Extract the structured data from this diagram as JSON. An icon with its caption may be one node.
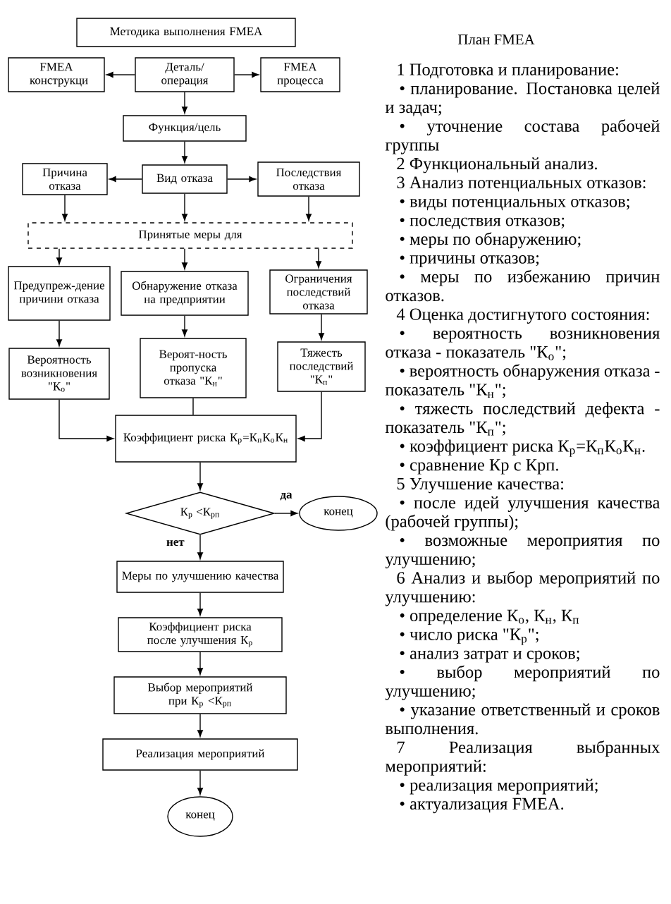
{
  "diagram": {
    "title": "План FMEA",
    "nodes": [
      {
        "text": [
          "Методика выполнения FMEA"
        ]
      },
      {
        "text": [
          "FMEA конструкци"
        ]
      },
      {
        "text": [
          "Деталь/ операция"
        ]
      },
      {
        "text": [
          "FMEA процесса"
        ]
      },
      {
        "text": [
          "Функция/цель"
        ]
      },
      {
        "text": [
          "Причина отказа"
        ]
      },
      {
        "text": [
          "Вид отказа"
        ]
      },
      {
        "text": [
          "Последствия отказа"
        ]
      },
      {
        "text": [
          "Принятые меры для"
        ]
      },
      {
        "text": [
          "Предупреж-дение причини отказа"
        ]
      },
      {
        "text": [
          "Обнаружение отказа на предприятии"
        ]
      },
      {
        "text": [
          "Ограничения последствий отказа"
        ]
      },
      {
        "text": [
          "Вероятность возникновения \"К$_{о}$\""
        ]
      },
      {
        "text": [
          "Вероят-ность пропуска отказа \"К$_{н}$\""
        ]
      },
      {
        "text": [
          "Тяжесть последствий \"К$_{п}$\""
        ]
      },
      {
        "text": [
          "Коэффициент риска К$_{р}$=К$_{п}$К$_{о}$К$_{н}$"
        ]
      },
      {
        "text": [
          "К$_{р}$ <К$_{рп}$"
        ]
      },
      {
        "text": [
          "конец"
        ]
      },
      {
        "text": [
          "Меры по улучшению качества"
        ]
      },
      {
        "text": [
          "Коэффициент риска после улучшения К$_{р}$"
        ]
      },
      {
        "text": [
          "Выбор мероприятий при К$_{р}$ <К$_{рп}$"
        ]
      },
      {
        "text": [
          "Реализация мероприятий"
        ]
      },
      {
        "text": [
          "конец"
        ]
      }
    ],
    "edges": [
      {
        "from": 2,
        "to": 1,
        "arrow": "to"
      },
      {
        "from": 2,
        "to": 3,
        "arrow": "to"
      },
      {
        "from": 2,
        "to": 4,
        "arrow": "to"
      },
      {
        "from": 4,
        "to": 6,
        "arrow": "to"
      },
      {
        "from": 6,
        "to": 5,
        "arrow": "to"
      },
      {
        "from": 6,
        "to": 7,
        "arrow": "to"
      },
      {
        "from": 5,
        "to": 8,
        "arrow": "to"
      },
      {
        "from": 6,
        "to": 8,
        "arrow": "to"
      },
      {
        "from": 7,
        "to": 8,
        "arrow": "to"
      },
      {
        "from": 8,
        "to": 9,
        "arrow": "to"
      },
      {
        "from": 8,
        "to": 10,
        "arrow": "to"
      },
      {
        "from": 8,
        "to": 11,
        "arrow": "to"
      },
      {
        "from": 9,
        "to": 12,
        "arrow": "to"
      },
      {
        "from": 10,
        "to": 13,
        "arrow": "to"
      },
      {
        "from": 11,
        "to": 14,
        "arrow": "to"
      },
      {
        "from": 12,
        "to": 15,
        "arrow": "to"
      },
      {
        "from": 13,
        "to": 15,
        "arrow": "none"
      },
      {
        "from": 14,
        "to": 15,
        "arrow": "to"
      },
      {
        "from": 15,
        "to": 16,
        "arrow": "to"
      },
      {
        "from": 16,
        "to": 17,
        "arrow": "to",
        "label": "да"
      },
      {
        "from": 16,
        "to": 18,
        "arrow": "to",
        "label": "нет"
      },
      {
        "from": 18,
        "to": 19,
        "arrow": "to"
      },
      {
        "from": 19,
        "to": 20,
        "arrow": "to"
      },
      {
        "from": 20,
        "to": 21,
        "arrow": "to"
      },
      {
        "from": 21,
        "to": 22,
        "arrow": "to"
      }
    ],
    "labels": [
      "1 Подготовка и планирование:",
      "• планирование. Постановка целей и задач;",
      "• уточнение состава рабочей группы",
      "2 Функциональный анализ.",
      "3 Анализ потенциальных отказов:",
      "• виды потенциальных отказов;",
      "• последствия отказов;",
      "• меры по обнаружению;",
      "• причины отказов;",
      "• меры по избежанию причин отказов.",
      "4 Оценка достигнутого состояния:",
      "• вероятность возникновения отказа - показатель \"К$_{о}$\";",
      "• вероятность обнаружения отказа - показатель \"К$_{н}$\";",
      "• тяжесть последствий дефекта - показатель \"К$_{п}$\";",
      "• коэффициент риска К$_{р}$=К$_{п}$К$_{о}$К$_{н}$.",
      "• сравнение Кр с Крп.",
      "5 Улучшение качества:",
      "• после идей улучшения качества (рабочей группы);",
      "• возможные мероприятия по улучшению;",
      "6 Анализ и выбор мероприятий по улучшению:",
      "• определение К$_{о}$, К$_{н}$, К$_{п}$",
      "• число риска \"К$_{р}$\";",
      "• анализ затрат и сроков;",
      "• выбор мероприятий по улучшению;",
      "• указание ответственный и сроков выполнения.",
      "7 Реализация выбранных мероприятий:",
      "• реализация мероприятий;",
      "• актуализация FMEA."
    ]
  }
}
